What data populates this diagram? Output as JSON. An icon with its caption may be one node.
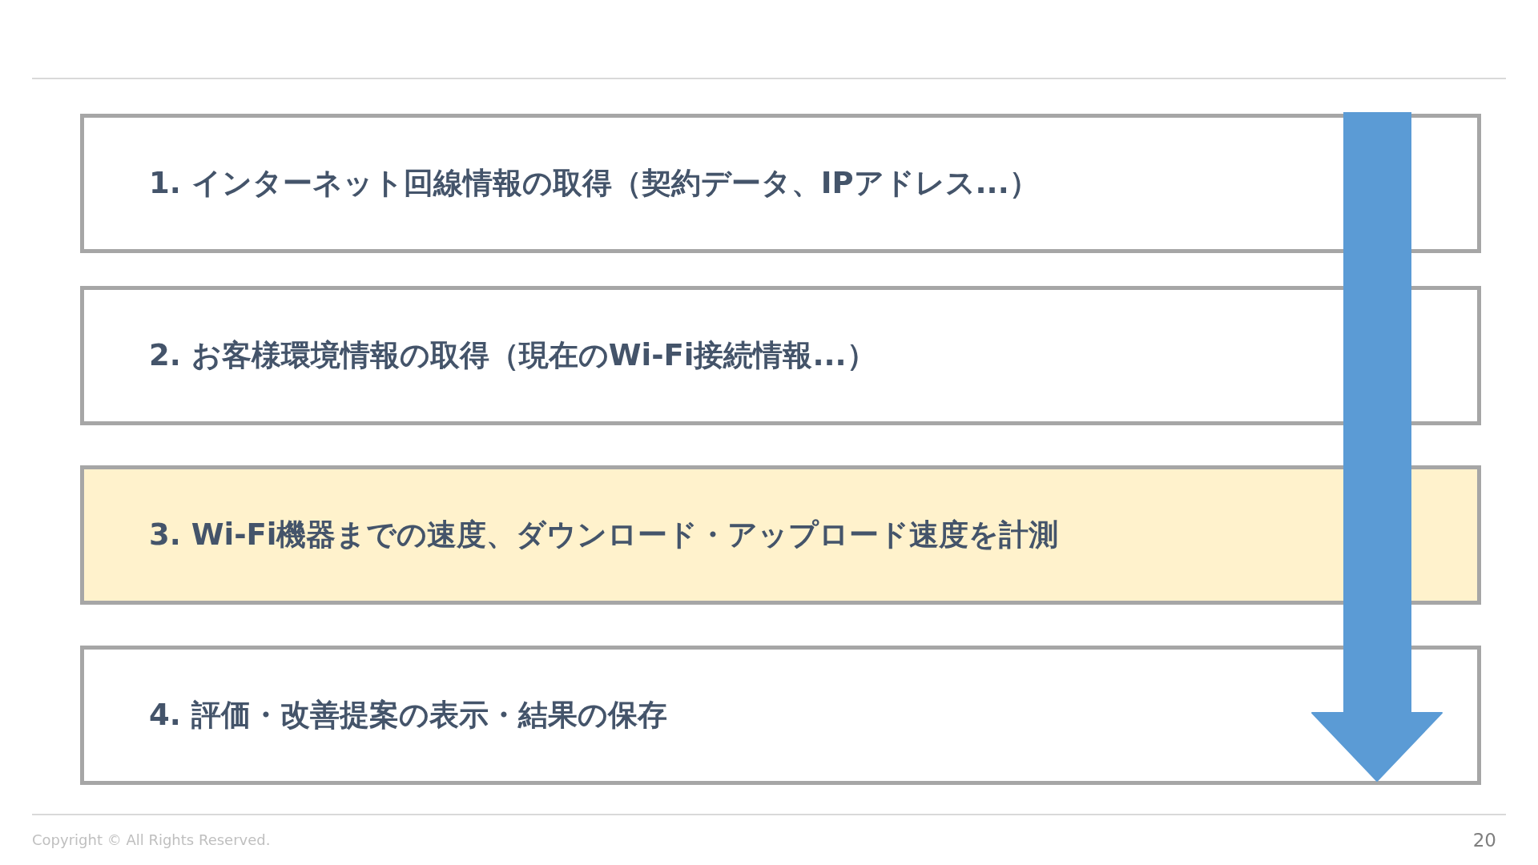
{
  "diagram": {
    "nodes": [
      {
        "text": [
          "1. インターネット回線情報の取得（契約データ、IPアドレス...）"
        ]
      },
      {
        "text": [
          "2. お客様環境情報の取得（現在のWi-Fi接続情報...）"
        ]
      },
      {
        "text": [
          "3. Wi-Fi機器までの速度、ダウンロード・アップロード速度を計測"
        ]
      },
      {
        "text": [
          "4. 評価・改善提案の表示・結果の保存"
        ]
      }
    ],
    "labels": [
      "Copyright © All Rights Reserved.",
      "20"
    ]
  }
}
